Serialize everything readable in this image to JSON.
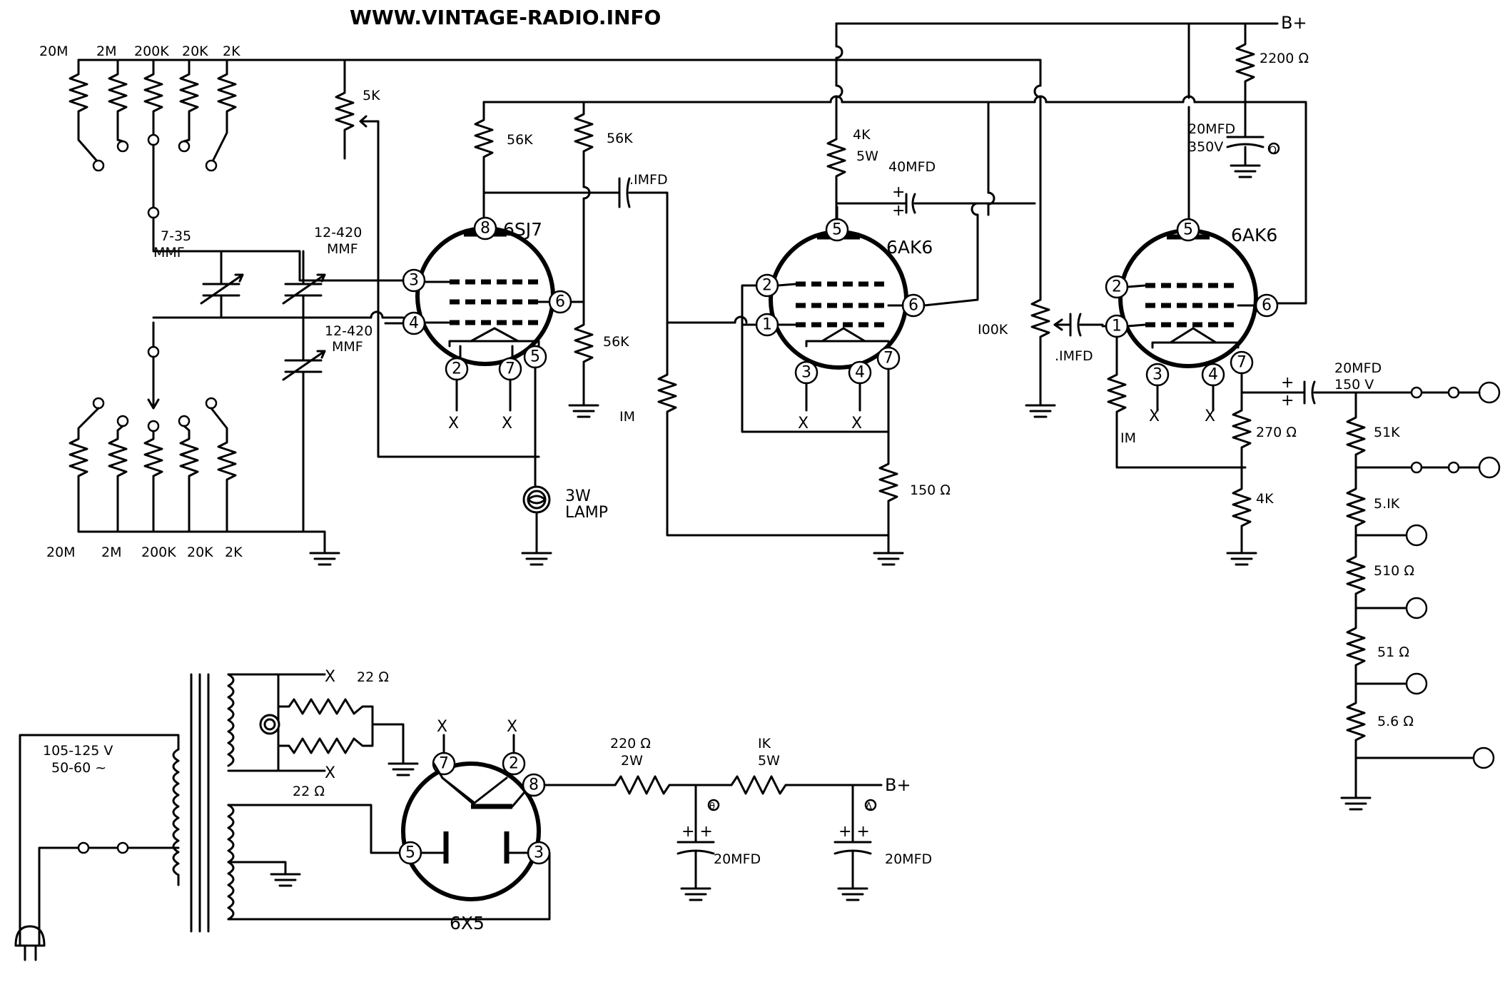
{
  "title": "WWW.VINTAGE-RADIO.INFO",
  "tubes": {
    "v1": "6SJ7",
    "v2": "6AK6",
    "v3": "6AK6",
    "rect": "6X5"
  },
  "resistors": {
    "top_bank": [
      "20M",
      "2M",
      "200K",
      "20K",
      "2K"
    ],
    "bottom_bank": [
      "20M",
      "2M",
      "200K",
      "20K",
      "2K"
    ],
    "r5k": "5K",
    "r56k_a": "56K",
    "r56k_b": "56K",
    "r56k_c": "56K",
    "r1m_a": "IM",
    "r4k5w": "4K",
    "r4k5w_watt": "5W",
    "r150": "150 Ω",
    "r100k": "I00K",
    "r1m_b": "IM",
    "r270": "270 Ω",
    "r4k": "4K",
    "r2200": "2200 Ω",
    "r51k": "51K",
    "r5_1k": "5.IK",
    "r510": "510 Ω",
    "r51": "51 Ω",
    "r5_6": "5.6 Ω",
    "r22a": "22 Ω",
    "r22b": "22 Ω",
    "r220": "220 Ω",
    "r220_watt": "2W",
    "r1k": "IK",
    "r1k_watt": "5W"
  },
  "capacitors": {
    "c7_35": "7-35",
    "c7_35_unit": "MMF",
    "c12_420a": "12-420",
    "c12_420a_unit": "MMF",
    "c12_420b": "12-420",
    "c12_420b_unit": "MMF",
    "c_1mfd_a": ".IMFD",
    "c40mfd": "40MFD",
    "c_1mfd_b": ".IMFD",
    "c20mfd_a": "20MFD",
    "c20mfd_a_v": "350V",
    "c20mfd_b": "20MFD",
    "c20mfd_b_v": "150 V",
    "c20mfd_c": "20MFD",
    "c20mfd_d": "20MFD"
  },
  "misc": {
    "bplus": "B+",
    "bplus2": "B+",
    "lamp_w": "3W",
    "lamp": "LAMP",
    "mains_v": "105-125 V",
    "mains_f": "50-60 ~",
    "x": "X"
  },
  "pins": {
    "v1": [
      "8",
      "3",
      "4",
      "6",
      "2",
      "7",
      "5"
    ],
    "v2": [
      "5",
      "2",
      "1",
      "6",
      "3",
      "4",
      "7"
    ],
    "v3": [
      "5",
      "2",
      "1",
      "6",
      "3",
      "4",
      "7"
    ],
    "rect": [
      "7",
      "2",
      "8",
      "5",
      "3"
    ]
  },
  "marks": {
    "a": "O",
    "b": "θ",
    "c": "Δ"
  }
}
